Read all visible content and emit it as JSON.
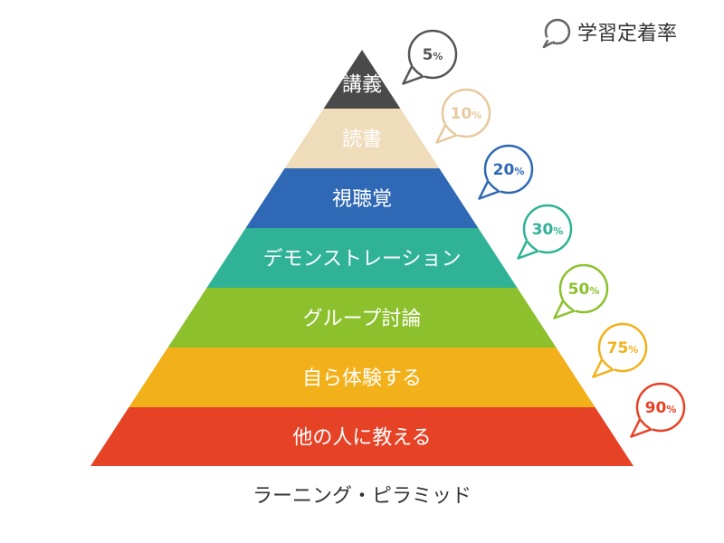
{
  "legend": {
    "label": "学習定着率",
    "icon": "speech-bubble-icon"
  },
  "caption": "ラーニング・ピラミッド",
  "layers": [
    {
      "label": "講義",
      "value": "5",
      "unit": "%",
      "color": "#4a4a4a",
      "bubble_color": "#555555"
    },
    {
      "label": "読書",
      "value": "10",
      "unit": "%",
      "color": "#efdcba",
      "bubble_color": "#e6c99c"
    },
    {
      "label": "視聴覚",
      "value": "20",
      "unit": "%",
      "color": "#2f68b4",
      "bubble_color": "#2f68b4"
    },
    {
      "label": "デモンストレーション",
      "value": "30",
      "unit": "%",
      "color": "#2fb296",
      "bubble_color": "#2fb296"
    },
    {
      "label": "グループ討論",
      "value": "50",
      "unit": "%",
      "color": "#8cc12d",
      "bubble_color": "#8cc12d"
    },
    {
      "label": "自ら体験する",
      "value": "75",
      "unit": "%",
      "color": "#f2b11b",
      "bubble_color": "#f2b11b"
    },
    {
      "label": "他の人に教える",
      "value": "90",
      "unit": "%",
      "color": "#e64226",
      "bubble_color": "#e64226"
    }
  ]
}
